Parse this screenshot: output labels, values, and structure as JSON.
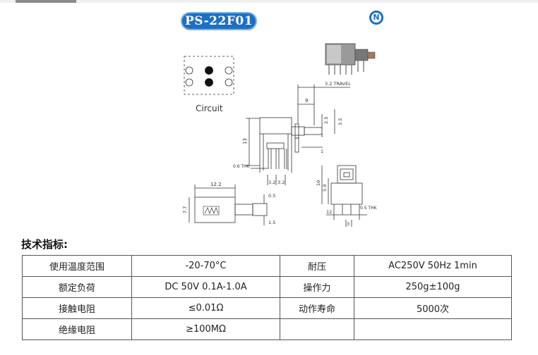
{
  "header": {
    "model": "PS-22F01",
    "logo_letter": "N"
  },
  "drawing": {
    "circuit_label": "Circuit",
    "dims": {
      "travel": "3.2 TRAVEL",
      "d9": "9",
      "d2_5": "2.5",
      "d3_5": "3.5",
      "d13": "13",
      "d1a": "1",
      "d1b": "1",
      "thk1": "0.6 THK",
      "d3_2a": "3.2",
      "d3_2b": "3.2",
      "d12_2": "12.2",
      "d0_5a": "0.5",
      "d7_7": "7.7",
      "d1_5": "1.5",
      "d10": "10",
      "d5_9": "5.9",
      "d12": "12",
      "thk2": "0.5 THK",
      "d3": "3"
    }
  },
  "spec": {
    "title": "技术指标:",
    "rows": [
      {
        "label1": "使用温度范围",
        "value1": "-20-70°C",
        "label2": "耐压",
        "value2": "AC250V 50Hz 1min"
      },
      {
        "label1": "额定负荷",
        "value1": "DC 50V 0.1A-1.0A",
        "label2": "操作力",
        "value2": "250g±100g"
      },
      {
        "label1": "接触电阻",
        "value1": "≤0.01Ω",
        "label2": "动作寿命",
        "value2": "5000次"
      },
      {
        "label1": "绝缘电阻",
        "value1": "≥100MΩ",
        "label2": "",
        "value2": ""
      }
    ]
  }
}
